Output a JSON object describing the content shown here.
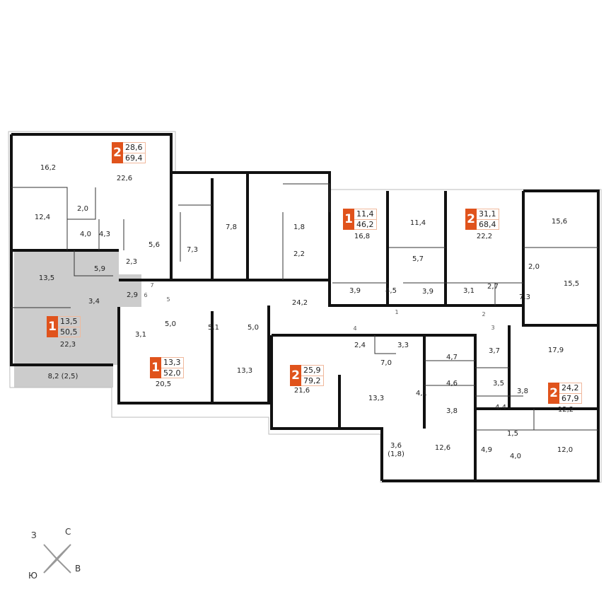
{
  "colors": {
    "accent": "#e0531c",
    "highlight": "#cccccc",
    "wall": "#111111"
  },
  "apartments": [
    {
      "rooms": "2",
      "living": "28,6",
      "total": "69,4"
    },
    {
      "rooms": "1",
      "living": "13,5",
      "total": "50,5",
      "highlighted": true
    },
    {
      "rooms": "1",
      "living": "13,3",
      "total": "52,0"
    },
    {
      "rooms": "2",
      "living": "25,9",
      "total": "79,2"
    },
    {
      "rooms": "1",
      "living": "11,4",
      "total": "46,2"
    },
    {
      "rooms": "2",
      "living": "31,1",
      "total": "68,4"
    },
    {
      "rooms": "2",
      "living": "24,2",
      "total": "67,9"
    }
  ],
  "rooms": [
    "16,2",
    "22,6",
    "12,4",
    "2,0",
    "4,0",
    "4,3",
    "5,6",
    "2,3",
    "13,5",
    "5,9",
    "3,4",
    "2,9",
    "22,3",
    "8,2 (2,5)",
    "7,3",
    "7,8",
    "1,8",
    "2,2",
    "24,2",
    "3,1",
    "5,0",
    "5,1",
    "5,0",
    "20,5",
    "13,3",
    "21,6",
    "16,8",
    "11,4",
    "5,7",
    "3,9",
    "4,5",
    "3,9",
    "22,2",
    "15,6",
    "2,0",
    "15,5",
    "7,3",
    "2,7",
    "3,1",
    "2,4",
    "3,3",
    "7,0",
    "4,7",
    "4,6",
    "4,1",
    "3,8",
    "13,3",
    "3,7",
    "17,9",
    "3,5",
    "3,8",
    "12,2",
    "4,4",
    "1,5",
    "4,9",
    "4,0",
    "12,0",
    "12,6",
    "3,6\n(1,8)"
  ],
  "doors": [
    "7",
    "6",
    "5",
    "1",
    "2",
    "3",
    "4"
  ],
  "compass": {
    "west": "З",
    "north": "С",
    "south": "Ю",
    "east": "В"
  }
}
